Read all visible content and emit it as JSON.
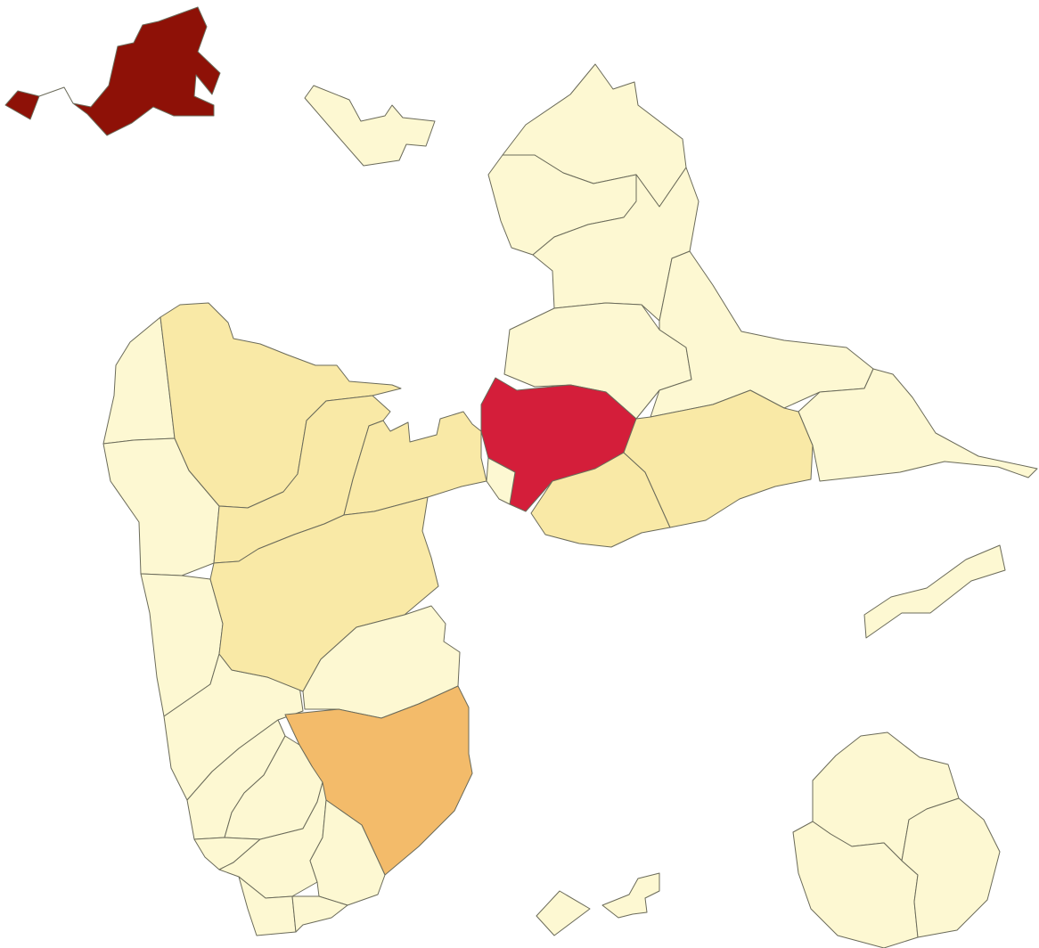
{
  "map": {
    "palette": {
      "very_low": "#fdf8d2",
      "low": "#f9e9a6",
      "medium": "#f3bb6a",
      "high": "#d41e3a",
      "very_high": "#8e1107",
      "border": "#6b6b5a",
      "background": "#ffffff"
    },
    "regions": [
      {
        "id": "northwest-island",
        "level": "very_high"
      },
      {
        "id": "north-islet",
        "level": "very_low"
      },
      {
        "id": "gt-north-1",
        "level": "very_low"
      },
      {
        "id": "gt-north-2",
        "level": "very_low"
      },
      {
        "id": "gt-north-3",
        "level": "very_low"
      },
      {
        "id": "gt-center",
        "level": "very_low"
      },
      {
        "id": "gt-center-east",
        "level": "very_low"
      },
      {
        "id": "gt-east",
        "level": "very_low"
      },
      {
        "id": "gt-west-center",
        "level": "very_low"
      },
      {
        "id": "gt-center-red",
        "level": "high"
      },
      {
        "id": "gt-south-1",
        "level": "low"
      },
      {
        "id": "gt-south-2",
        "level": "low"
      },
      {
        "id": "gt-southwest-strip",
        "level": "very_low"
      },
      {
        "id": "bt-west-1",
        "level": "very_low"
      },
      {
        "id": "bt-west-2",
        "level": "very_low"
      },
      {
        "id": "bt-west-3",
        "level": "very_low"
      },
      {
        "id": "bt-west-4",
        "level": "very_low"
      },
      {
        "id": "bt-north-1",
        "level": "low"
      },
      {
        "id": "bt-north-2",
        "level": "low"
      },
      {
        "id": "bt-north-3",
        "level": "low"
      },
      {
        "id": "bt-center",
        "level": "low"
      },
      {
        "id": "bt-southeast-1",
        "level": "very_low"
      },
      {
        "id": "bt-orange",
        "level": "medium"
      },
      {
        "id": "bt-south-1",
        "level": "very_low"
      },
      {
        "id": "bt-south-2",
        "level": "very_low"
      },
      {
        "id": "bt-south-3",
        "level": "very_low"
      },
      {
        "id": "bt-south-4",
        "level": "very_low"
      },
      {
        "id": "bt-south-5",
        "level": "very_low"
      },
      {
        "id": "bt-south-6",
        "level": "very_low"
      },
      {
        "id": "bt-south-7",
        "level": "very_low"
      },
      {
        "id": "desirade",
        "level": "very_low"
      },
      {
        "id": "mg-north",
        "level": "very_low"
      },
      {
        "id": "mg-west",
        "level": "very_low"
      },
      {
        "id": "mg-east",
        "level": "very_low"
      },
      {
        "id": "saintes-1",
        "level": "very_low"
      },
      {
        "id": "saintes-2",
        "level": "very_low"
      }
    ]
  }
}
